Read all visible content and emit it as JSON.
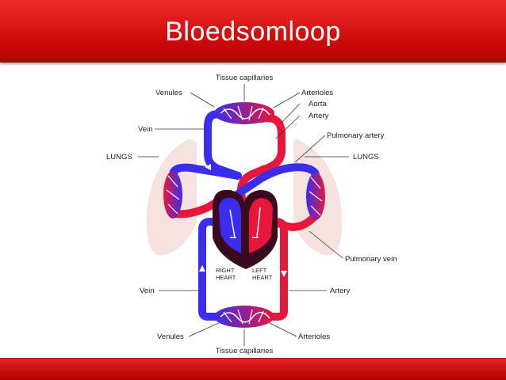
{
  "slide": {
    "title": "Bloedsomloop"
  },
  "diagram": {
    "labels": {
      "tissue_capillaries_top": "Tissue capillaries",
      "venules_top": "Venules",
      "arterioles_top": "Arterioles",
      "aorta": "Aorta",
      "artery_top": "Artery",
      "vein_top": "Vein",
      "pulmonary_artery": "Pulmonary artery",
      "lungs_left": "LUNGS",
      "lungs_right": "LUNGS",
      "pulmonary_vein": "Pulmonary vein",
      "right_heart_1": "RIGHT",
      "right_heart_2": "HEART",
      "left_heart_1": "LEFT",
      "left_heart_2": "HEART",
      "vein_bottom": "Vein",
      "artery_bottom": "Artery",
      "venules_bottom": "Venules",
      "arterioles_bottom": "Arterioles",
      "tissue_capillaries_bottom": "Tissue capillaries"
    },
    "colors": {
      "oxygenated": "#e8163a",
      "deoxygenated": "#3a2df0",
      "capillary": "#7a1e8c",
      "lung": "#f6e2df",
      "heart_dark": "#3a0a20"
    }
  }
}
